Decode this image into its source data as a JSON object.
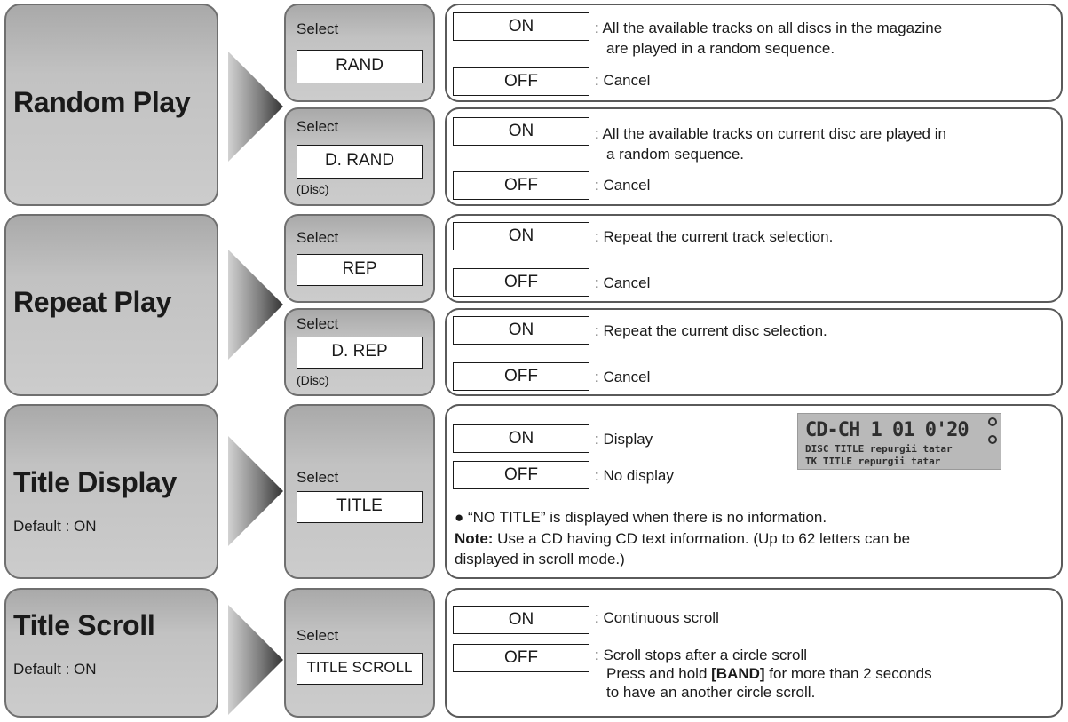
{
  "sections": {
    "random": {
      "title": "Random Play",
      "rows": [
        {
          "select_label": "Select",
          "code": "RAND",
          "sub": "",
          "on": "ON",
          "off": "OFF",
          "on_desc_1": ": All the available tracks on all discs in the magazine",
          "on_desc_2": "are played in a random sequence.",
          "off_desc": ": Cancel"
        },
        {
          "select_label": "Select",
          "code": "D. RAND",
          "sub": "(Disc)",
          "on": "ON",
          "off": "OFF",
          "on_desc_1": ": All the available tracks on current disc are played in",
          "on_desc_2": "a random sequence.",
          "off_desc": ": Cancel"
        }
      ]
    },
    "repeat": {
      "title": "Repeat Play",
      "rows": [
        {
          "select_label": "Select",
          "code": "REP",
          "sub": "",
          "on": "ON",
          "off": "OFF",
          "on_desc": ": Repeat the current track selection.",
          "off_desc": ": Cancel"
        },
        {
          "select_label": "Select",
          "code": "D. REP",
          "sub": "(Disc)",
          "on": "ON",
          "off": "OFF",
          "on_desc": ": Repeat the current disc selection.",
          "off_desc": ": Cancel"
        }
      ]
    },
    "title_display": {
      "title": "Title Display",
      "default": "Default : ON",
      "select_label": "Select",
      "code": "TITLE",
      "on": "ON",
      "off": "OFF",
      "on_desc": ": Display",
      "off_desc": ": No display",
      "bullet": "● “NO TITLE” is displayed when there is no information.",
      "note_label": "Note:",
      "note_text_1": " Use a CD having CD text information. (Up to 62 letters can be",
      "note_text_2": "displayed in scroll mode.)",
      "lcd": {
        "line1": "CD-CH  1  01   0'20",
        "line2": "DISC TITLE repurgii tatar",
        "line3": "TK TITLE repurgii tatar"
      }
    },
    "title_scroll": {
      "title": "Title Scroll",
      "default": "Default : ON",
      "select_label": "Select",
      "code": "TITLE SCROLL",
      "on": "ON",
      "off": "OFF",
      "on_desc": ": Continuous scroll",
      "off_desc_1": ": Scroll stops after a circle scroll",
      "off_desc_2_pre": "Press and hold ",
      "off_desc_2_key": "[BAND]",
      "off_desc_2_post": " for more than 2 seconds",
      "off_desc_3": "to have an another circle scroll."
    }
  },
  "colors": {
    "panel_grey": "#c2c2c2",
    "border": "#5a5a5a",
    "text": "#1a1a1a"
  }
}
